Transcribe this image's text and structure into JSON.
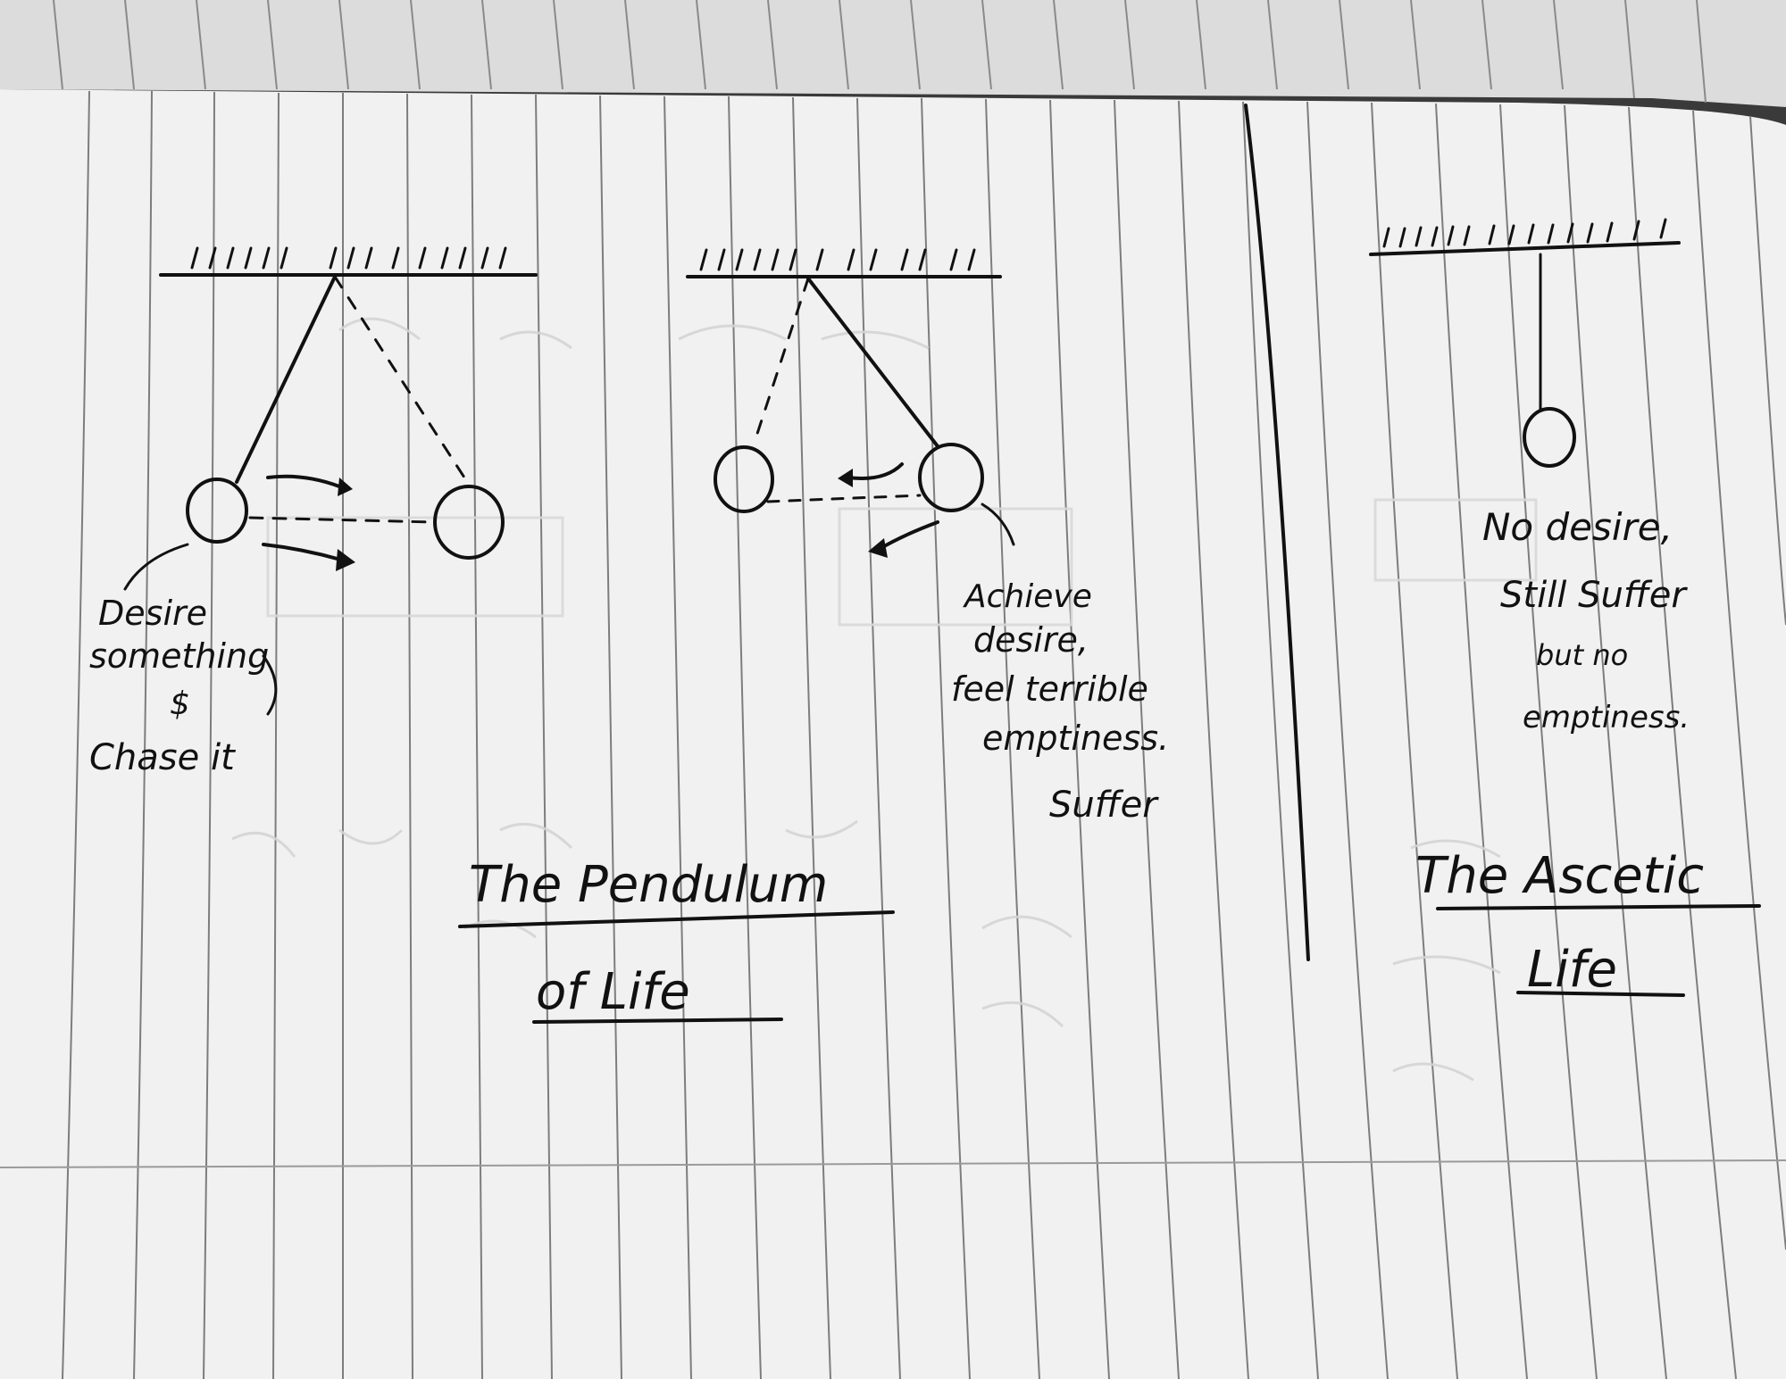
{
  "pendulum_section": {
    "left_caption": [
      "Desire",
      "something",
      "$",
      "Chase it"
    ],
    "right_caption": [
      "Achieve",
      "desire,",
      "feel terrible",
      "emptiness.",
      "Suffer"
    ],
    "title_line1": "The Pendulum",
    "title_line2": "of Life"
  },
  "ascetic_section": {
    "caption": [
      "No desire,",
      "Still Suffer",
      "but no",
      "emptiness."
    ],
    "title_line1": "The Ascetic",
    "title_line2": "Life"
  },
  "colors": {
    "ink": "#111111",
    "paper": "#f1f1f1",
    "rule_lines": "#7d7d7d",
    "bleed_through": "#cdcdcd",
    "background": "#3f3f3f"
  }
}
